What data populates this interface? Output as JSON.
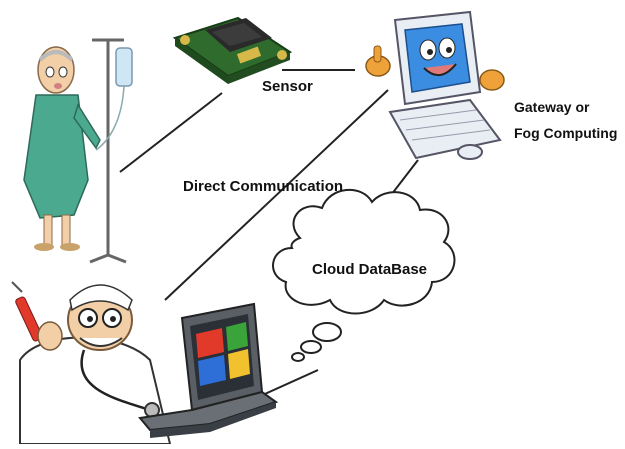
{
  "labels": {
    "sensor": "Sensor",
    "gateway_line1": "Gateway or",
    "gateway_line2": "Fog Computing",
    "direct_communication": "Direct Communication",
    "cloud_database": "Cloud DataBase"
  },
  "colors": {
    "patient_gown": "#4aa98f",
    "skin": "#f2cfa7",
    "sensor_board": "#2f6b2c",
    "sensor_pads": "#d7b94a",
    "monitor_body": "#e9eef4",
    "monitor_screen": "#3a8de0",
    "laptop_body": "#5a5f66",
    "windows_logo": [
      "#e23a2a",
      "#3aa43b",
      "#2d6fd6",
      "#f2c12e"
    ],
    "connector_lines": "#222222"
  },
  "icons": [
    "patient-with-iv-drip",
    "sensor-board",
    "computer-mascot",
    "cloud",
    "doctor",
    "laptop"
  ]
}
